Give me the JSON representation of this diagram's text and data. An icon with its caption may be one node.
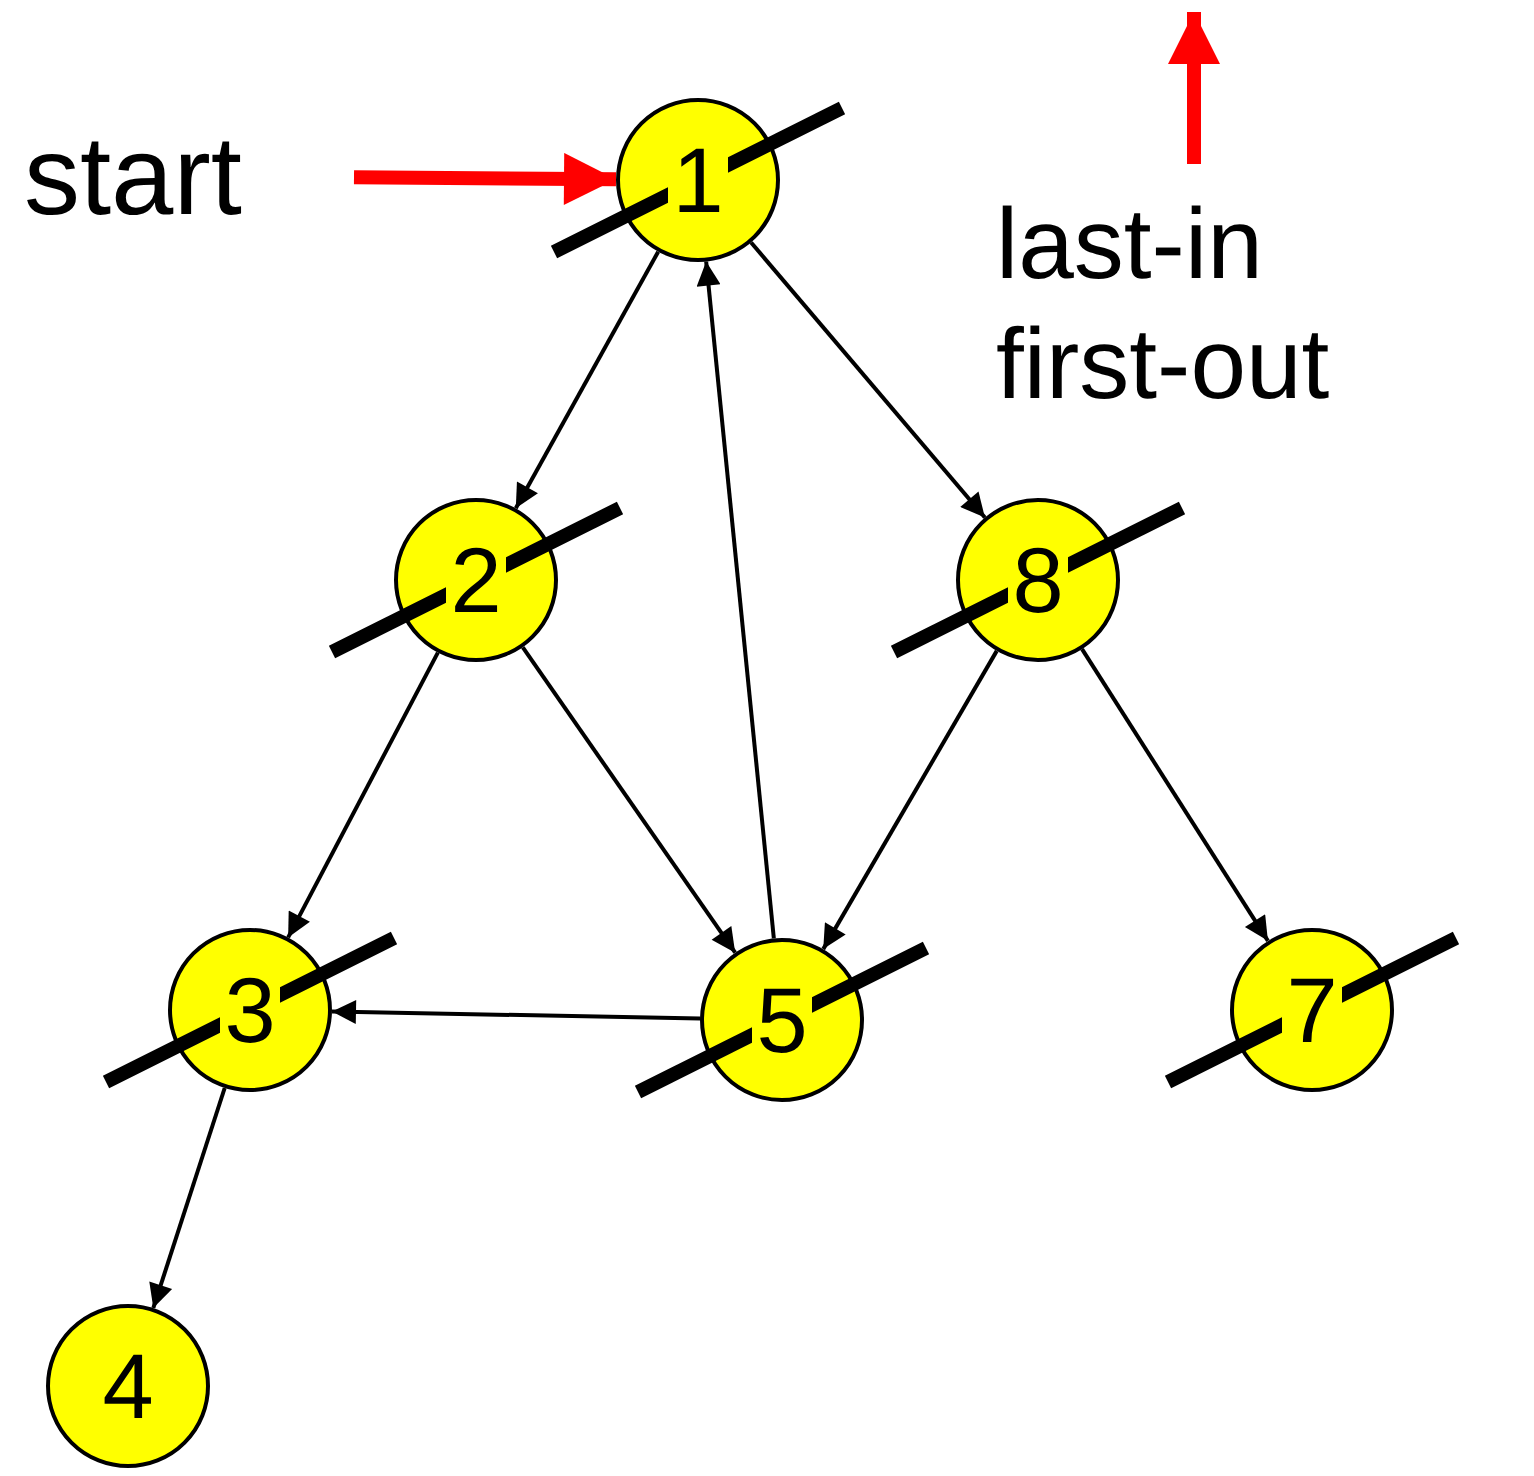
{
  "diagram": {
    "nodes": [
      {
        "text": [
          "start"
        ]
      },
      {
        "text": [
          "1"
        ]
      },
      {
        "text": [
          "2"
        ]
      },
      {
        "text": [
          "8"
        ]
      },
      {
        "text": [
          "3"
        ]
      },
      {
        "text": [
          "5"
        ]
      },
      {
        "text": [
          "7"
        ]
      },
      {
        "text": [
          "4"
        ]
      },
      {
        "text": [
          "last-in first-out"
        ]
      }
    ],
    "edges": [
      {
        "from": 0,
        "to": 1,
        "arrow": "to",
        "style": "thick",
        "color": "#ff0000"
      },
      {
        "from": 1,
        "to": 2,
        "arrow": "to"
      },
      {
        "from": 1,
        "to": 3,
        "arrow": "to"
      },
      {
        "from": 5,
        "to": 1,
        "arrow": "to"
      },
      {
        "from": 2,
        "to": 4,
        "arrow": "to"
      },
      {
        "from": 2,
        "to": 5,
        "arrow": "to"
      },
      {
        "from": 3,
        "to": 5,
        "arrow": "to"
      },
      {
        "from": 3,
        "to": 6,
        "arrow": "to"
      },
      {
        "from": 5,
        "to": 4,
        "arrow": "to"
      },
      {
        "from": 4,
        "to": 7,
        "arrow": "to"
      },
      {
        "from": 8,
        "to": null,
        "arrow": "to",
        "style": "thick",
        "color": "#ff0000"
      }
    ]
  }
}
